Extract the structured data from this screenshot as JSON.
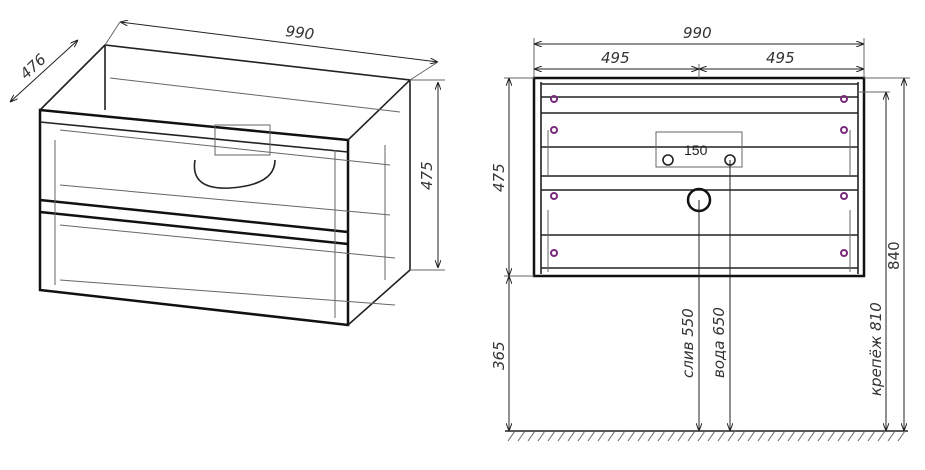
{
  "iso_view": {
    "width_label": "990",
    "depth_label": "476",
    "height_label": "475"
  },
  "front_view": {
    "width_label": "990",
    "half_left_label": "495",
    "half_right_label": "495",
    "height_label": "475",
    "mount_height_label": "365",
    "pipe_spacing_label": "150",
    "drain_label": "слив 550",
    "water_label": "вода 650",
    "fixing_label": "крепёж 810",
    "total_height_label": "840"
  },
  "colors": {
    "line": "#222222",
    "fixing_points": "#7a2a7a"
  }
}
